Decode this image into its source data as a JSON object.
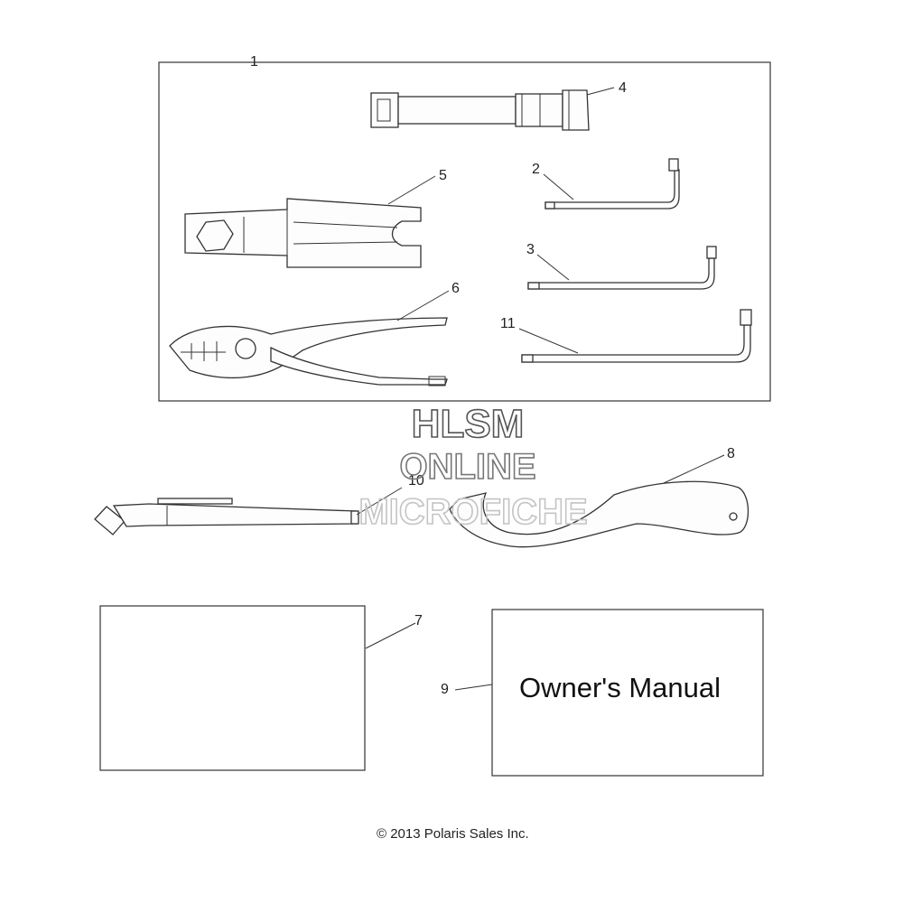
{
  "callouts": {
    "c1": "1",
    "c2": "2",
    "c3": "3",
    "c4": "4",
    "c5": "5",
    "c6": "6",
    "c7": "7",
    "c8": "8",
    "c9": "9",
    "c10": "10",
    "c11": "11"
  },
  "watermark": {
    "line1": "HLSM",
    "line2": "ONLINE",
    "line3": "MICROFICHE"
  },
  "manual": {
    "title": "Owner's Manual"
  },
  "footer": {
    "copyright": "© 2013 Polaris Sales Inc."
  }
}
